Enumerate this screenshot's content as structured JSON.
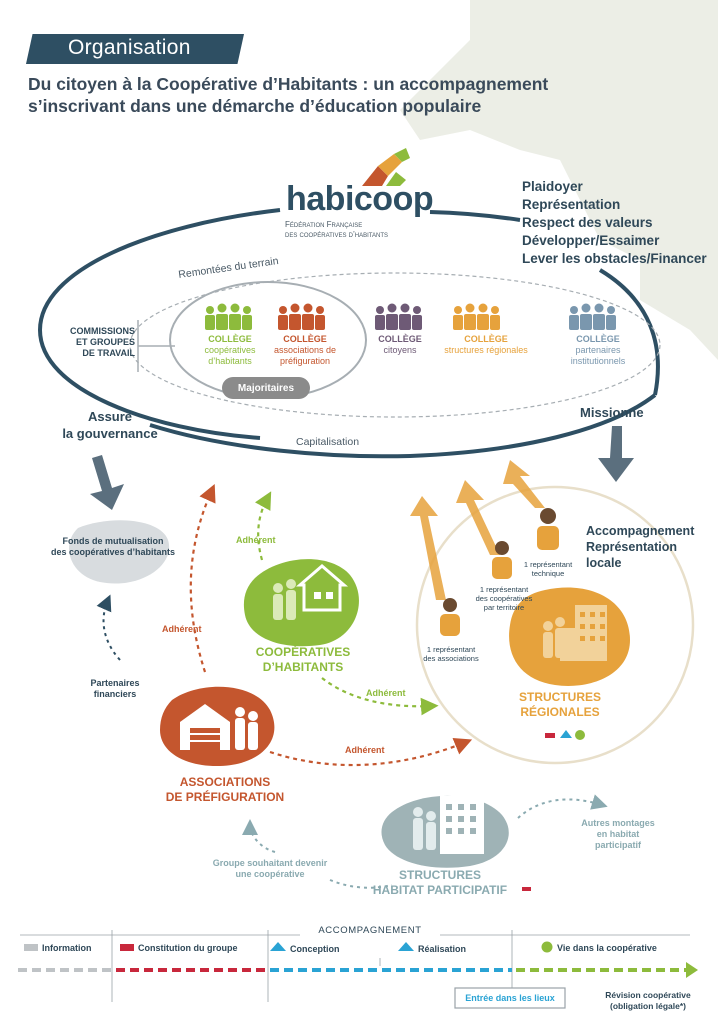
{
  "header": {
    "section_label": "Organisation",
    "subtitle_line1": "Du citoyen à la Coopérative d’Habitants : un accompagnement",
    "subtitle_line2": "s’inscrivant dans une démarche d’éducation populaire"
  },
  "logo": {
    "name": "habicoop",
    "sub_line1": "Fédération Française",
    "sub_line2": "des coopératives d’habitants"
  },
  "missions": [
    "Plaidoyer",
    "Représentation",
    "Respect des valeurs",
    "Développer/Essaimer",
    "Lever les obstacles/Financer"
  ],
  "governance": {
    "remontees": "Remontées du terrain",
    "capitalisation": "Capitalisation",
    "commissions_l1": "COMMISSIONS",
    "commissions_l2": "ET GROUPES",
    "commissions_l3": "DE TRAVAIL",
    "majoritaires": "Majoritaires",
    "assure_l1": "Assure",
    "assure_l2": "la gouvernance",
    "missionne": "Missionne"
  },
  "colleges": [
    {
      "l1": "COLLÈGE",
      "l2": "coopératives",
      "l3": "d’habitants"
    },
    {
      "l1": "COLLÈGE",
      "l2": "associations de",
      "l3": "préfiguration"
    },
    {
      "l1": "COLLÈGE",
      "l2": "citoyens",
      "l3": ""
    },
    {
      "l1": "COLLÈGE",
      "l2": "structures régionales",
      "l3": ""
    },
    {
      "l1": "COLLÈGE",
      "l2": "partenaires",
      "l3": "institutionnels"
    }
  ],
  "fonds": {
    "l1": "Fonds de mutualisation",
    "l2": "des coopératives d’habitants"
  },
  "partenaires": {
    "l1": "Partenaires",
    "l2": "financiers"
  },
  "labels": {
    "adherent": "Adhérent",
    "accomp_l1": "Accompagnement",
    "accomp_l2": "Représentation",
    "accomp_l3": "locale"
  },
  "representants": {
    "tech_l1": "1 représentant",
    "tech_l2": "technique",
    "coop_l1": "1 représentant",
    "coop_l2": "des coopératives",
    "coop_l3": "par territoire",
    "assoc_l1": "1 représentant",
    "assoc_l2": "des associations"
  },
  "nodes": {
    "coop_l1": "COOPÉRATIVES",
    "coop_l2": "D’HABITANTS",
    "sr_l1": "STRUCTURES",
    "sr_l2": "RÉGIONALES",
    "assoc_l1": "ASSOCIATIONS",
    "assoc_l2": "DE PRÉFIGURATION",
    "shp_l1": "STRUCTURES",
    "shp_l2": "HABITAT PARTICIPATIF"
  },
  "autres": {
    "l1": "Autres montages",
    "l2": "en habitat",
    "l3": "participatif"
  },
  "groupe": {
    "l1": "Groupe souhaitant devenir",
    "l2": "une coopérative"
  },
  "timeline": {
    "title": "ACCOMPAGNEMENT",
    "information": "Information",
    "constitution": "Constitution du groupe",
    "conception": "Conception",
    "realisation": "Réalisation",
    "vie": "Vie dans la coopérative",
    "entree": "Entrée dans les lieux",
    "revision_l1": "Révision coopérative",
    "revision_l2": "(obligation légale*)"
  },
  "colors": {
    "navy": "#2e4f63",
    "green": "#8dbb3c",
    "rust": "#c4562e",
    "orange": "#e6a23c",
    "purple": "#6e5a76",
    "slate": "#7a97ae",
    "teal": "#8aaab0",
    "red": "#c8283c",
    "blue": "#2aa3d4",
    "grey": "#bfc3c6"
  }
}
